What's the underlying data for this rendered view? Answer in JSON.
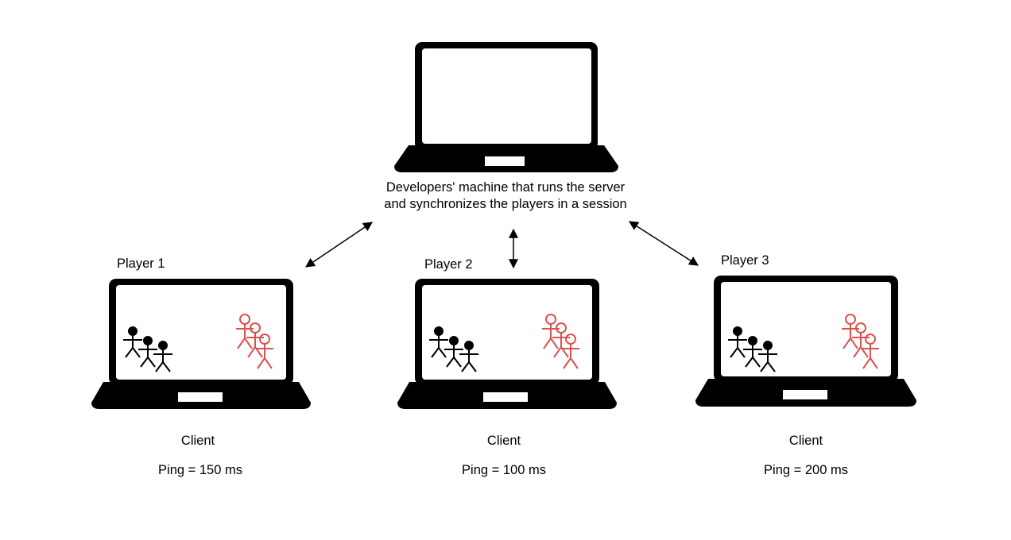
{
  "server": {
    "caption_line1": "Developers' machine that runs the server",
    "caption_line2": "and synchronizes the players in a session"
  },
  "clients": [
    {
      "player_label": "Player 1",
      "role": "Client",
      "ping": "Ping = 150 ms"
    },
    {
      "player_label": "Player 2",
      "role": "Client",
      "ping": "Ping = 100 ms"
    },
    {
      "player_label": "Player 3",
      "role": "Client",
      "ping": "Ping = 200 ms"
    }
  ],
  "colors": {
    "laptop": "#000000",
    "team_a": "#000000",
    "team_b": "#d9534f",
    "screen": "#ffffff"
  },
  "icons": {
    "laptop": "laptop-icon",
    "figure": "stick-figure-icon",
    "link": "bidirectional-arrow"
  }
}
